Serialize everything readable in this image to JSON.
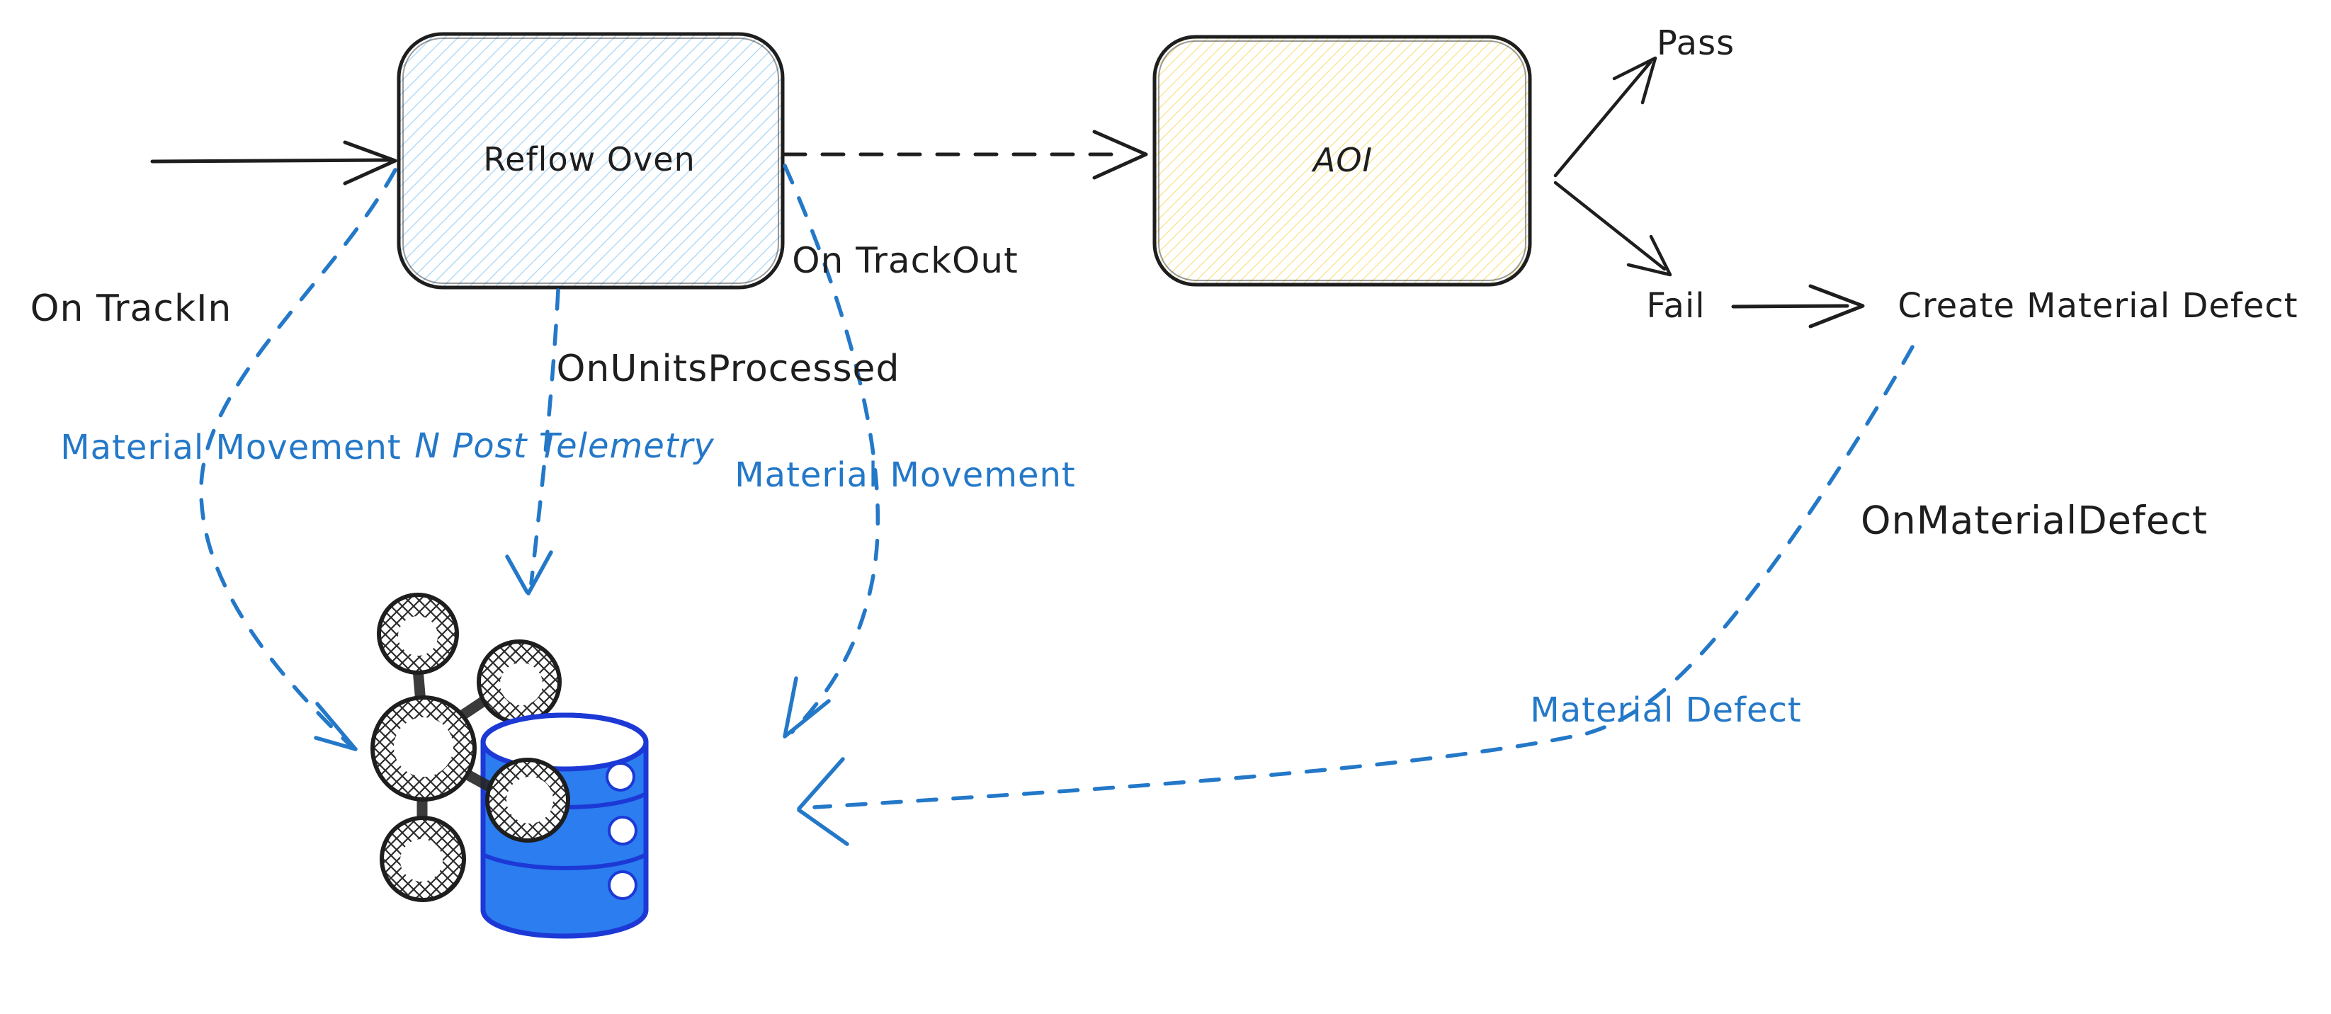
{
  "diagram": {
    "nodes": [
      {
        "id": "reflow-oven",
        "label": "Reflow Oven",
        "fill": "blue-hatch"
      },
      {
        "id": "aoi",
        "label": "AOI",
        "fill": "yellow-hatch"
      }
    ],
    "labels": {
      "on_track_in": "On TrackIn",
      "on_track_out": "On TrackOut",
      "on_units_processed": "OnUnitsProcessed",
      "on_material_defect": "OnMaterialDefect",
      "pass": "Pass",
      "fail": "Fail",
      "create_material_defect": "Create Material Defect",
      "material_movement_left": "Material Movement",
      "n_post_telemetry": "N Post Telemetry",
      "material_movement_right": "Material Movement",
      "material_defect": "Material Defect"
    },
    "icons": [
      {
        "name": "graph-icon"
      },
      {
        "name": "database-icon"
      }
    ]
  },
  "colors": {
    "ink": "#1e1e1e",
    "blue": "#2478c8",
    "db_fill": "#2b7df0",
    "db_stroke": "#1c39d6",
    "hatch_blue": "#a9d6f7",
    "hatch_yellow": "#f8e282",
    "bg": "#ffffff"
  }
}
